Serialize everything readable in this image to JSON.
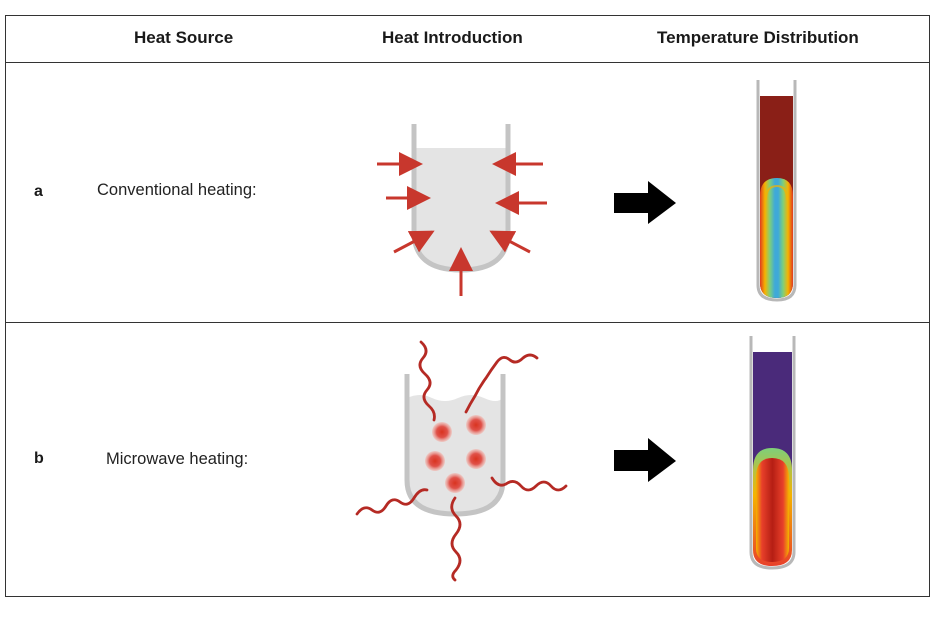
{
  "columns": {
    "heat_source": "Heat Source",
    "heat_introduction": "Heat Introduction",
    "temperature_distribution": "Temperature Distribution"
  },
  "rows": [
    {
      "letter": "a",
      "label": "Conventional heating:"
    },
    {
      "letter": "b",
      "label": "Microwave heating:"
    }
  ],
  "colors": {
    "arrow_red": "#c8372d",
    "wave_red": "#b52a24",
    "vessel_grey": "#c4c4c4",
    "liquid_grey": "#e4e4e4",
    "hot_dark_red": "#8a1f17",
    "cool_purple": "#4a2a7a",
    "direction_arrow": "#000000"
  },
  "icons": {
    "conventional_vessel": "beaker-with-inward-arrows-icon",
    "microwave_vessel": "beaker-with-waves-icon",
    "tube_a": "test-tube-heatmap-icon",
    "tube_b": "test-tube-heatmap-icon",
    "arrow": "right-arrow-icon"
  }
}
